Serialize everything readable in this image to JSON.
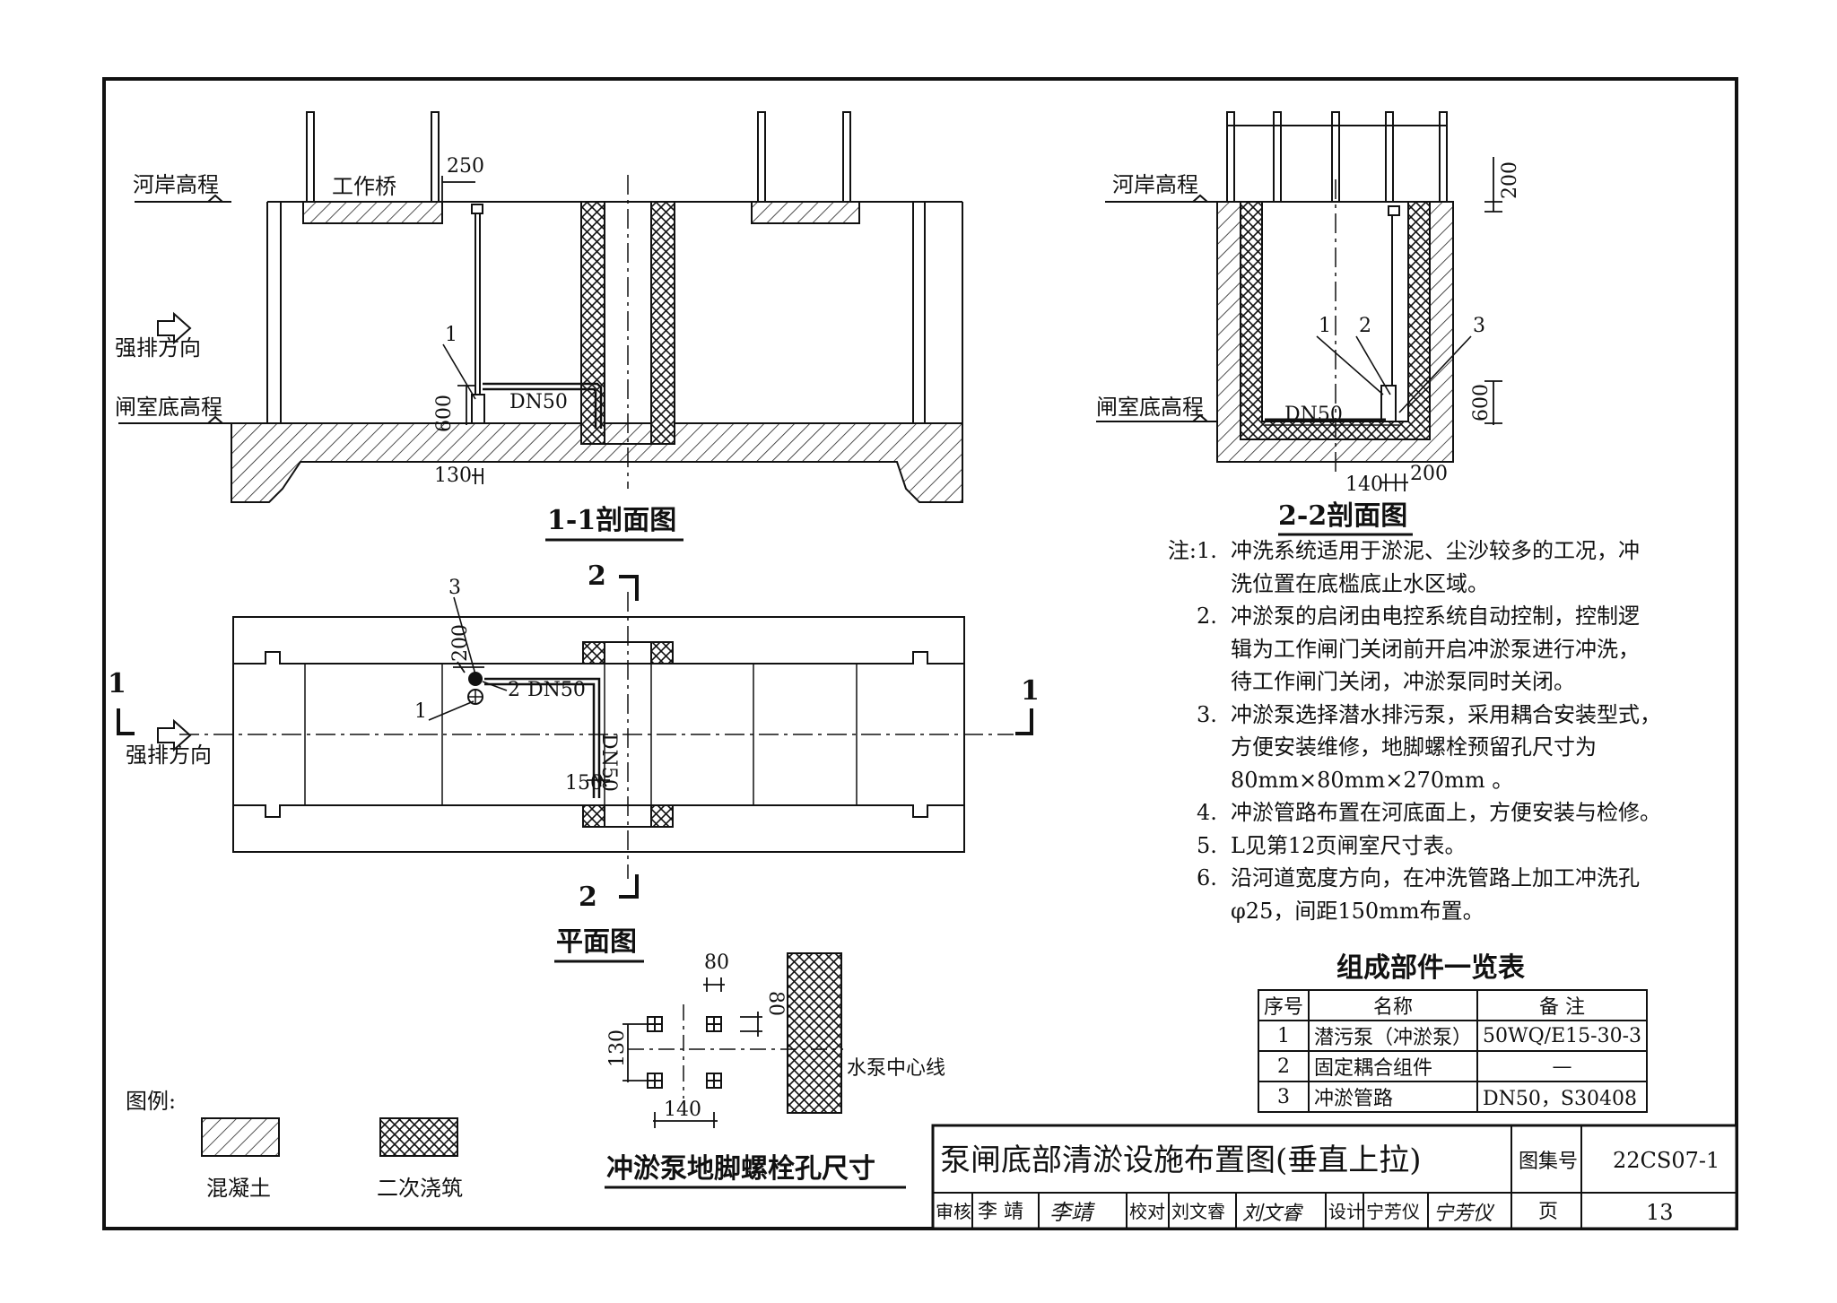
{
  "section11": {
    "title": "1-1剖面图",
    "river_bank": "河岸高程",
    "work_bridge": "工作桥",
    "dim_250": "250",
    "flow_dir": "强排方向",
    "chamber_floor": "闸室底高程",
    "tag1": "1",
    "dim_600": "600",
    "pipe": "DN50",
    "dim_130": "130"
  },
  "section22": {
    "title": "2-2剖面图",
    "river_bank": "河岸高程",
    "dim_200_top": "200",
    "tag1": "1",
    "tag2": "2",
    "tag3": "3",
    "chamber_floor": "闸室底高程",
    "pipe": "DN50",
    "dim_600": "600",
    "dim_140": "140",
    "dim_200_bot": "200"
  },
  "plan": {
    "title": "平面图",
    "cut2": "2",
    "cut1": "1",
    "tag3": "3",
    "dim_200": "200",
    "tag2": "2",
    "pipe": "DN50",
    "pipe_v": "DN50",
    "tag1": "1",
    "flow_dir": "强排方向",
    "dim_150": "150"
  },
  "bolt": {
    "title": "冲淤泵地脚螺栓孔尺寸",
    "dim_80a": "80",
    "dim_80b": "80",
    "dim_130": "130",
    "dim_140": "140",
    "centerline": "水泵中心线"
  },
  "legend": {
    "title": "图例:",
    "concrete": "混凝土",
    "secondary": "二次浇筑"
  },
  "notes": {
    "label": "注:",
    "items": [
      {
        "num": "1.",
        "text": "冲洗系统适用于淤泥、尘沙较多的工况，冲\n洗位置在底槛底止水区域。"
      },
      {
        "num": "2.",
        "text": "冲淤泵的启闭由电控系统自动控制，控制逻\n辑为工作闸门关闭前开启冲淤泵进行冲洗，\n待工作闸门关闭，冲淤泵同时关闭。"
      },
      {
        "num": "3.",
        "text": "冲淤泵选择潜水排污泵，采用耦合安装型式，\n方便安装维修，地脚螺栓预留孔尺寸为\n80mm×80mm×270mm 。"
      },
      {
        "num": "4.",
        "text": "冲淤管路布置在河底面上，方便安装与检修。"
      },
      {
        "num": "5.",
        "text": "L见第12页闸室尺寸表。"
      },
      {
        "num": "6.",
        "text": "沿河道宽度方向，在冲洗管路上加工冲洗孔\nφ25，间距150mm布置。"
      }
    ]
  },
  "parts": {
    "title": "组成部件一览表",
    "headers": [
      "序号",
      "名称",
      "备 注"
    ],
    "rows": [
      [
        "1",
        "潜污泵（冲淤泵）",
        "50WQ/E15-30-3"
      ],
      [
        "2",
        "固定耦合组件",
        "—"
      ],
      [
        "3",
        "冲淤管路",
        "DN50，S30408"
      ]
    ]
  },
  "titleblock": {
    "title": "泵闸底部清淤设施布置图(垂直上拉)",
    "atlas_label": "图集号",
    "atlas_no": "22CS07-1",
    "review_label": "审核",
    "review_name": "李 靖",
    "review_sign": "李靖",
    "check_label": "校对",
    "check_name": "刘文睿",
    "check_sign": "刘文睿",
    "design_label": "设计",
    "design_name": "宁芳仪",
    "design_sign": "宁芳仪",
    "page_label": "页",
    "page_no": "13"
  }
}
